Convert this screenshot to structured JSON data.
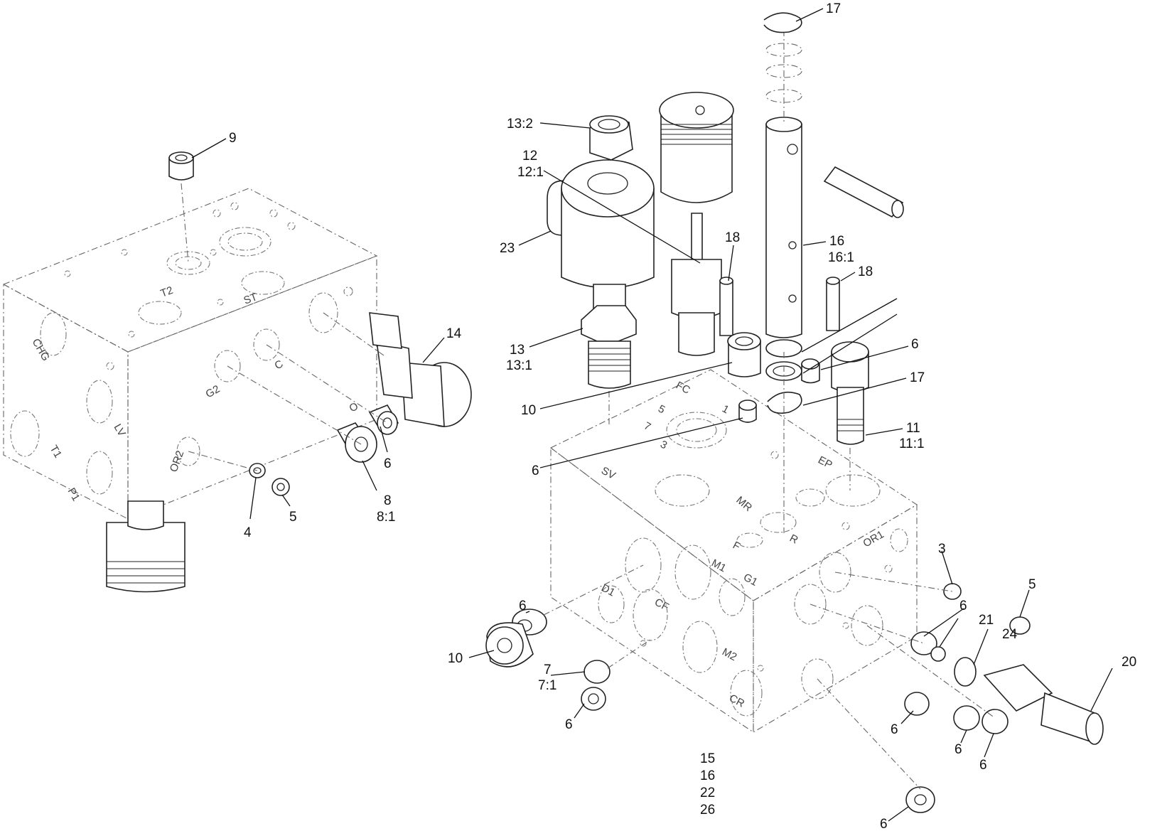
{
  "callouts": {
    "c9": "9",
    "c14": "14",
    "c6_left": "6",
    "c8": "8",
    "c8_1": "8:1",
    "c4": "4",
    "c5_left": "5",
    "c13_2": "13:2",
    "c12": "12",
    "c12_1": "12:1",
    "c23": "23",
    "c13": "13",
    "c13_1": "13:1",
    "c10_top": "10",
    "c6_mid": "6",
    "c17_top": "17",
    "c16": "16",
    "c16_1": "16:1",
    "c18_left": "18",
    "c18_right": "18",
    "c6_right_top": "6",
    "c17_mid": "17",
    "c11": "11",
    "c11_1": "11:1",
    "c3": "3",
    "c5_right": "5",
    "c6_ball": "6",
    "c21": "21",
    "c24": "24",
    "c20": "20",
    "c6_bl": "6",
    "c10_bl": "10",
    "c7": "7",
    "c7_1": "7:1",
    "c6_bl2": "6",
    "c6_br1": "6",
    "c6_br2": "6",
    "c6_br3": "6",
    "c6_bottom": "6",
    "kit15": "15",
    "kit16": "16",
    "kit22": "22",
    "kit26": "26"
  },
  "port_labels": {
    "left_block": [
      "T2",
      "ST",
      "CHG",
      "G2",
      "C",
      "LV",
      "O",
      "T1",
      "OR2",
      "P1"
    ],
    "right_block": [
      "FC",
      "5",
      "1",
      "7",
      "3",
      "SV",
      "MR",
      "EP",
      "F",
      "R",
      "M1",
      "G1",
      "OR1",
      "D1",
      "CF",
      "M2",
      "CR"
    ]
  }
}
